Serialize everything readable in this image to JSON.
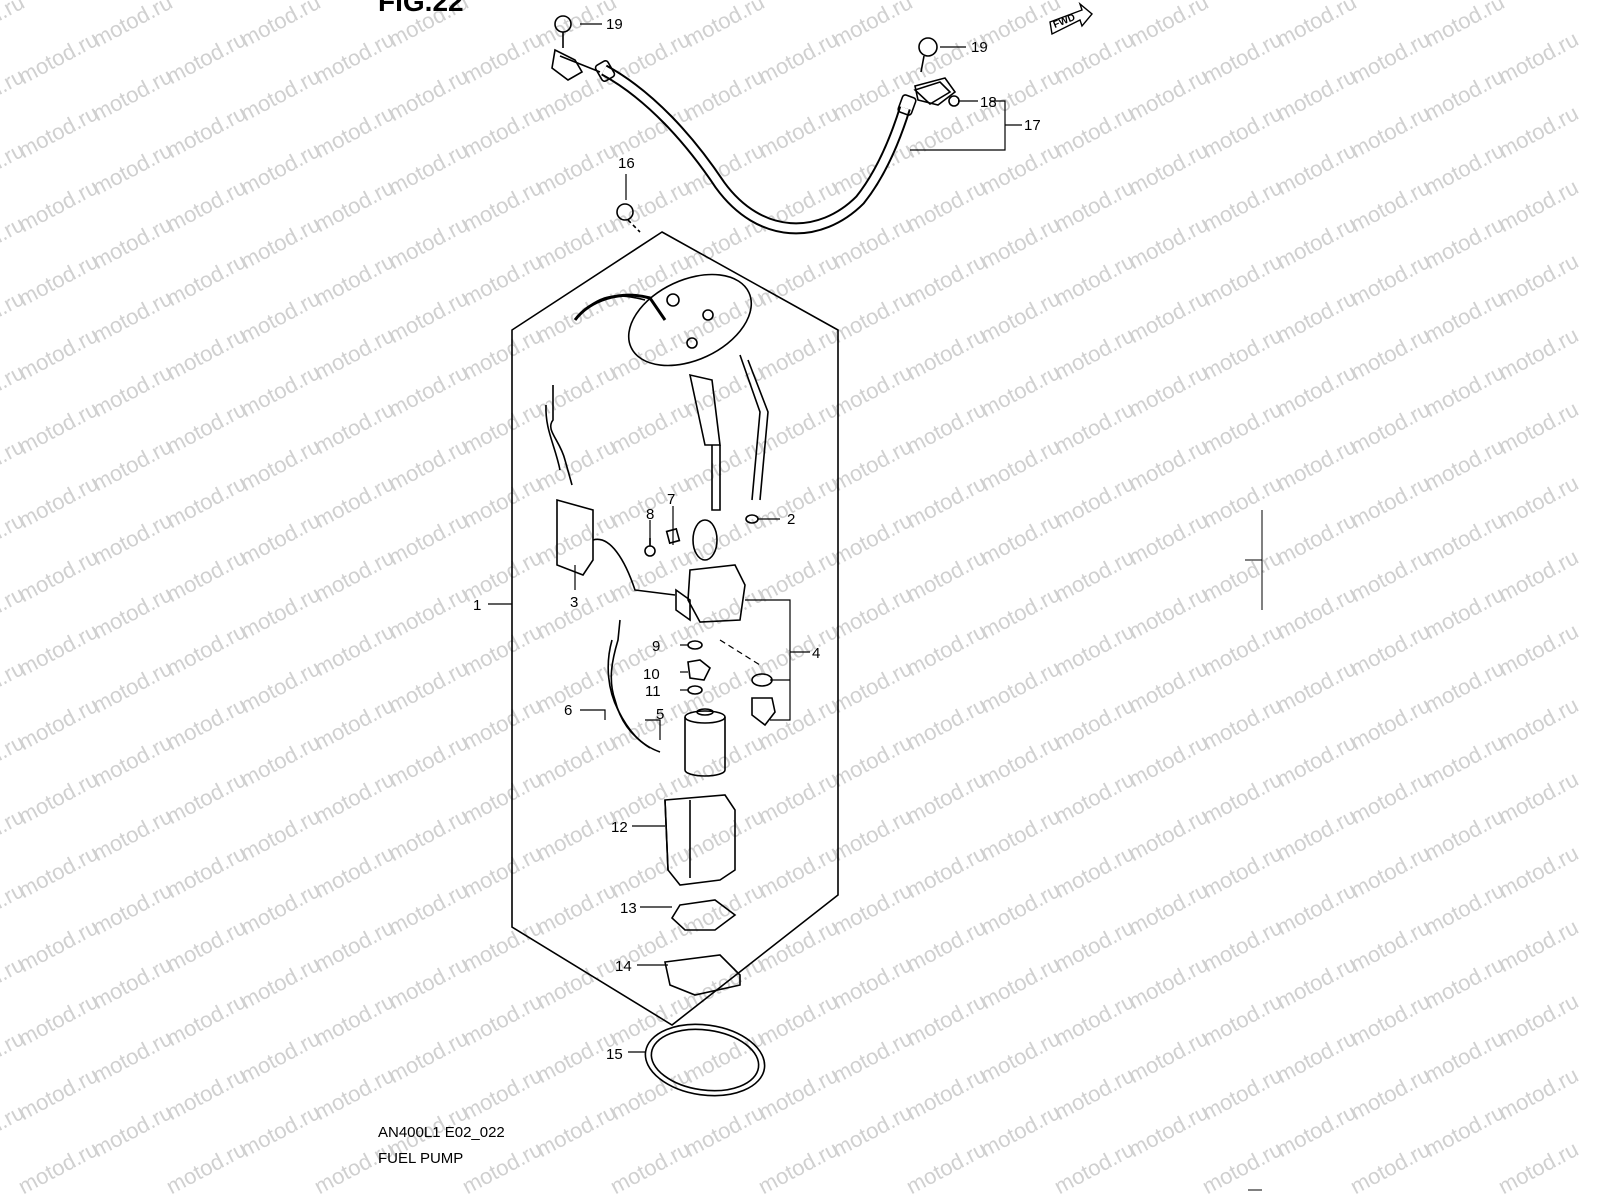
{
  "figure": {
    "title": "FIG.22",
    "code": "AN400L1 E02_022",
    "name": "FUEL PUMP",
    "fwd_label": "FWD"
  },
  "watermark": {
    "text": "motod.ru"
  },
  "callouts": {
    "c1": "1",
    "c2": "2",
    "c3": "3",
    "c4": "4",
    "c5": "5",
    "c6": "6",
    "c7": "7",
    "c8": "8",
    "c9": "9",
    "c10": "10",
    "c11": "11",
    "c12": "12",
    "c13": "13",
    "c14": "14",
    "c15": "15",
    "c16": "16",
    "c17": "17",
    "c18": "18",
    "c19a": "19",
    "c19b": "19"
  },
  "colors": {
    "line": "#000000",
    "watermark": "#d0d0d0"
  }
}
